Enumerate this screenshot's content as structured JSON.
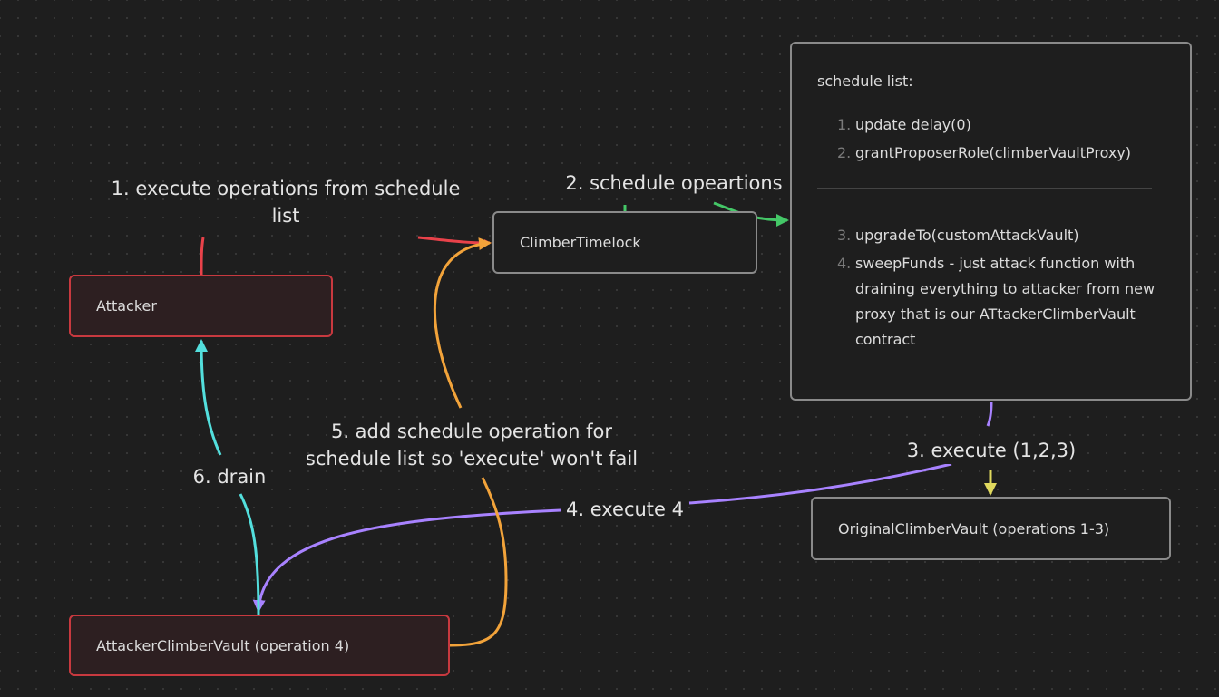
{
  "nodes": {
    "attacker": "Attacker",
    "timelock": "ClimberTimelock",
    "original_vault": "OriginalClimberVault (operations 1-3)",
    "attacker_vault": "AttackerClimberVault (operation 4)"
  },
  "schedule_card": {
    "title": "schedule list:",
    "group1": [
      {
        "num": "1.",
        "text": "update delay(0)"
      },
      {
        "num": "2.",
        "text": "grantProposerRole(climberVaultProxy)"
      }
    ],
    "group2": [
      {
        "num": "3.",
        "text": "upgradeTo(customAttackVault)"
      },
      {
        "num": "4.",
        "text": "sweepFunds - just attack function with draining everything to attacker from new proxy that is our ATtackerClimberVault contract"
      }
    ]
  },
  "edge_labels": {
    "e1": "1. execute operations from schedule list",
    "e2": "2. schedule opeartions",
    "e3": "3. execute (1,2,3)",
    "e4": "4. execute 4",
    "e5": "5. add schedule operation for schedule list so 'execute' won't fail",
    "e6": "6. drain"
  },
  "colors": {
    "background": "#1e1e1e",
    "edge_red": "#e9424a",
    "edge_green": "#44c767",
    "edge_purple": "#a882ff",
    "edge_yellow": "#e0d95e",
    "edge_orange": "#f2a33a",
    "edge_cyan": "#53dfdd",
    "node_red_border": "#c8393f",
    "node_gray_border": "#8a8a8a"
  }
}
